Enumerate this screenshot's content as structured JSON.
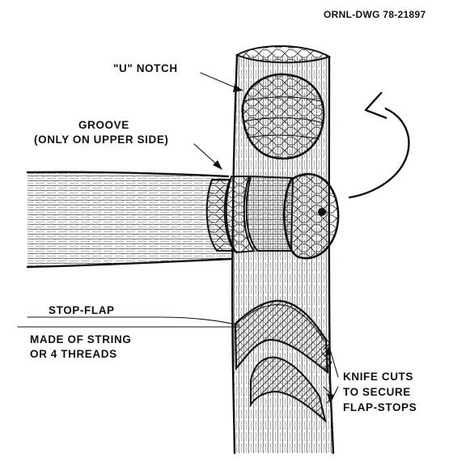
{
  "drawing_id": "ORNL-DWG 78-21897",
  "labels": {
    "u_notch": "\"U\" NOTCH",
    "groove_line1": "GROOVE",
    "groove_line2": "(ONLY ON UPPER SIDE)",
    "stop_flap": "STOP-FLAP",
    "string_line1": "MADE OF STRING",
    "string_line2": "OR 4 THREADS",
    "knife_line1": "KNIFE CUTS",
    "knife_line2": "TO SECURE",
    "knife_line3": "FLAP-STOPS"
  }
}
